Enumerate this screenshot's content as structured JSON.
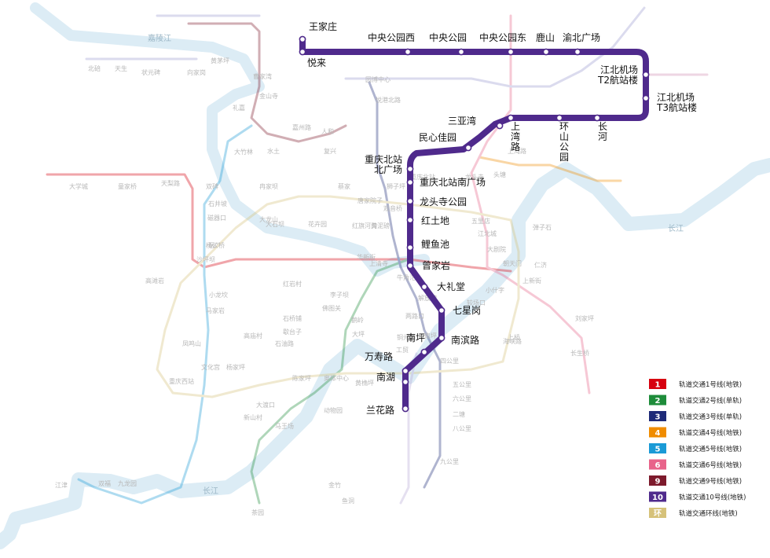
{
  "colors": {
    "line10": "#4f2a8c",
    "river": "#dcecf5",
    "riverLabel": "#9bb6c6"
  },
  "rivers": [
    "长江",
    "长江",
    "嘉陵江",
    "嘉陵江"
  ],
  "line10_stations": [
    {
      "name": "王家庄",
      "v": false
    },
    {
      "name": "悦来",
      "v": false
    },
    {
      "name": "中央公园西",
      "v": false
    },
    {
      "name": "中央公园",
      "v": false
    },
    {
      "name": "中央公园东",
      "v": false
    },
    {
      "name": "鹿山",
      "v": false
    },
    {
      "name": "渝北广场",
      "v": false
    },
    {
      "name": "江北机场\nT2航站楼",
      "v": false
    },
    {
      "name": "江北机场\nT3航站楼",
      "v": false
    },
    {
      "name": "长河",
      "v": true
    },
    {
      "name": "环山公园",
      "v": true
    },
    {
      "name": "上湾路",
      "v": true
    },
    {
      "name": "三亚湾",
      "v": false
    },
    {
      "name": "民心佳园",
      "v": false
    },
    {
      "name": "重庆北站\n北广场",
      "v": false
    },
    {
      "name": "重庆北站南广场",
      "v": false
    },
    {
      "name": "龙头寺公园",
      "v": false
    },
    {
      "name": "红土地",
      "v": false
    },
    {
      "name": "鲤鱼池",
      "v": false
    },
    {
      "name": "曾家岩",
      "v": false
    },
    {
      "name": "大礼堂",
      "v": false
    },
    {
      "name": "七星岗",
      "v": false
    },
    {
      "name": "南滨路",
      "v": false
    },
    {
      "name": "南坪",
      "v": false
    },
    {
      "name": "万寿路",
      "v": false
    },
    {
      "name": "南湖",
      "v": false
    },
    {
      "name": "兰花路",
      "v": false
    }
  ],
  "bg_stations": [
    "沙坪坝",
    "烟厂",
    "双碑",
    "石井坡",
    "磁器口",
    "高滩岩",
    "大学城",
    "童家桥",
    "天梨路",
    "大竹林",
    "园博中心",
    "悦港北路",
    "大石坝",
    "观音桥",
    "红旗河沟",
    "花卉园",
    "五里店",
    "江北城",
    "大剧院",
    "朝天门",
    "小什字",
    "较场口",
    "两路口",
    "上清寺",
    "牛角沱",
    "李子坝",
    "佛图关",
    "大坪",
    "石油路",
    "歇台子",
    "石桥铺",
    "高庙村",
    "马家岩",
    "小龙坎",
    "杨公桥",
    "上新街",
    "南坪",
    "四公里",
    "五公里",
    "六公里",
    "二塘",
    "八公里",
    "九公里",
    "鱼洞",
    "大渡口",
    "新山村",
    "茶园",
    "解放碑",
    "弹子石",
    "仁济",
    "铜元局",
    "工贸",
    "海峡路",
    "刘家坪",
    "长生桥",
    "龙头寺",
    "唐家院子",
    "头塘",
    "狮子坪",
    "重庆北站",
    "金山寺",
    "曹家湾",
    "礼嘉",
    "天生",
    "状元碑",
    "北碚",
    "向家岗",
    "水土",
    "复兴",
    "黄茅坪",
    "蔡家",
    "嘉州路",
    "人和",
    "红岩村",
    "鹅岭",
    "黄泥磅",
    "冉家坝",
    "华新街",
    "上湾路",
    "大龙山",
    "重庆西站",
    "上桥",
    "凤鸣山",
    "马王场",
    "动物园",
    "杨家坪",
    "陈家坪",
    "奥体中心",
    "黄桷坪",
    "文化宫",
    "金竹",
    "江津",
    "双福",
    "九龙园"
  ],
  "legend": [
    {
      "num": "1",
      "color": "#d7000f",
      "text": "轨道交通1号线(地铁)"
    },
    {
      "num": "2",
      "color": "#1e8c3a",
      "text": "轨道交通2号线(单轨)"
    },
    {
      "num": "3",
      "color": "#1e2a78",
      "text": "轨道交通3号线(单轨)"
    },
    {
      "num": "4",
      "color": "#f08c00",
      "text": "轨道交通4号线(地铁)"
    },
    {
      "num": "5",
      "color": "#1a9ad6",
      "text": "轨道交通5号线(地铁)"
    },
    {
      "num": "6",
      "color": "#e8638a",
      "text": "轨道交通6号线(地铁)"
    },
    {
      "num": "9",
      "color": "#7d1a2c",
      "text": "轨道交通9号线(地铁)"
    },
    {
      "num": "10",
      "color": "#4f2a8c",
      "text": "轨道交通10号线(地铁)"
    },
    {
      "num": "环",
      "color": "#d6c27a",
      "text": "轨道交通环线(地铁)"
    }
  ]
}
